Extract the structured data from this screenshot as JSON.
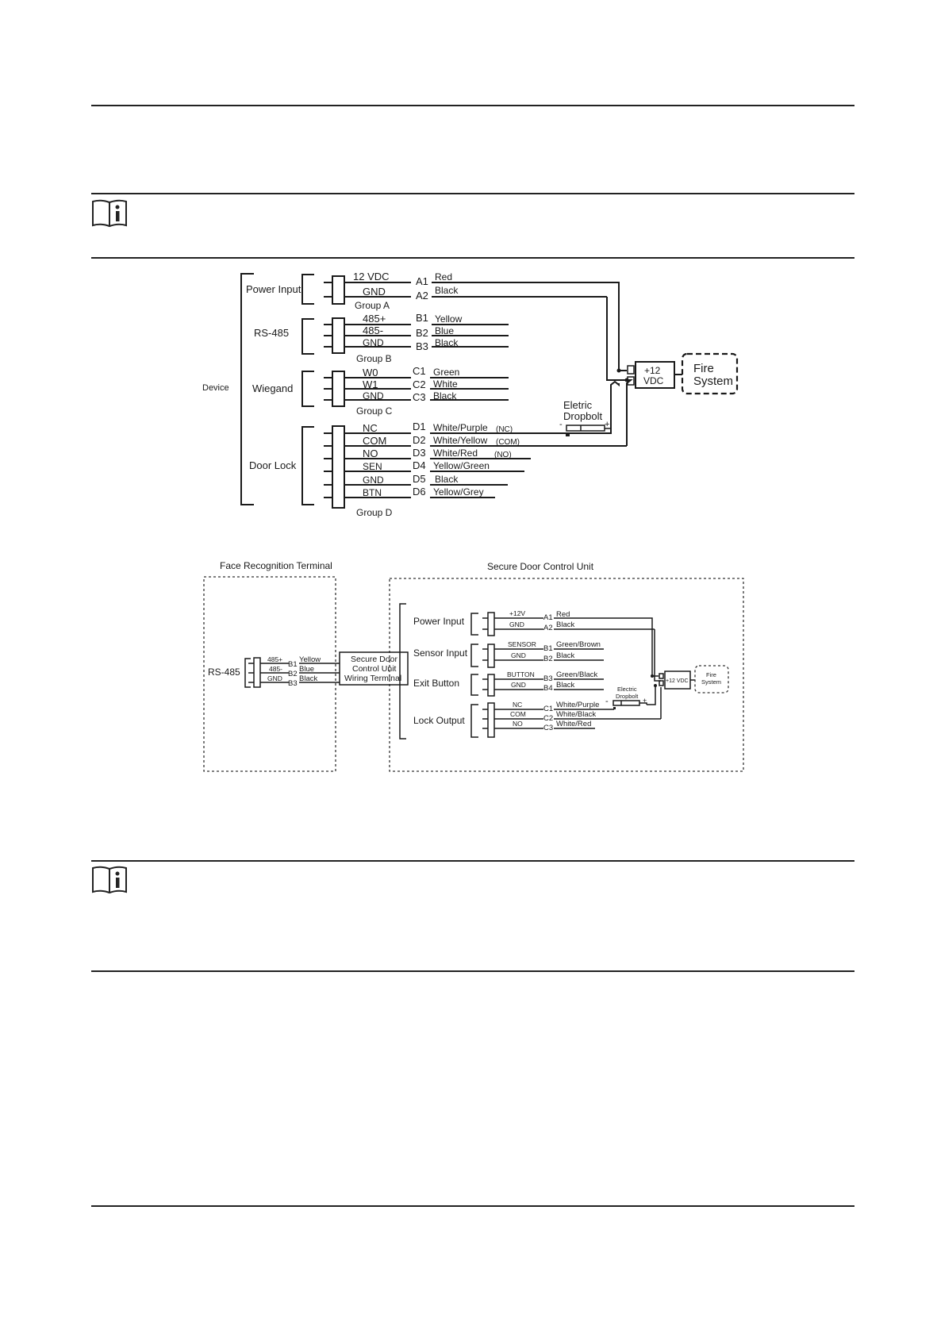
{
  "diagram_1": {
    "device": "Device",
    "power_input": "Power Input",
    "rs485": "RS-485",
    "wiegand": "Wiegand",
    "door_lock": "Door Lock",
    "group_a": "Group A",
    "group_b": "Group B",
    "group_c": "Group C",
    "group_d": "Group D",
    "term_12vdc": "12 VDC",
    "term_gnd_a": "GND",
    "term_485p": "485+",
    "term_485m": "485-",
    "term_gnd_b": "GND",
    "term_w0": "W0",
    "term_w1": "W1",
    "term_gnd_c": "GND",
    "term_nc": "NC",
    "term_com": "COM",
    "term_no": "NO",
    "term_sen": "SEN",
    "term_gnd_d": "GND",
    "term_btn": "BTN",
    "pin_a1": "A1",
    "pin_a2": "A2",
    "pin_b1": "B1",
    "pin_b2": "B2",
    "pin_b3": "B3",
    "pin_c1": "C1",
    "pin_c2": "C2",
    "pin_c3": "C3",
    "pin_d1": "D1",
    "pin_d2": "D2",
    "pin_d3": "D3",
    "pin_d4": "D4",
    "pin_d5": "D5",
    "pin_d6": "D6",
    "wire_a1": "Red",
    "wire_a2": "Black",
    "wire_b1": "Yellow",
    "wire_b2": "Blue",
    "wire_b3": "Black",
    "wire_c1": "Green",
    "wire_c2": "White",
    "wire_c3": "Black",
    "wire_d1": "White/Purple",
    "wire_d1_tag": "(NC)",
    "wire_d2": "White/Yellow",
    "wire_d2_tag": "(COM)",
    "wire_d3": "White/Red",
    "wire_d3_tag": "(NO)",
    "wire_d4": "Yellow/Green",
    "wire_d5": "Black",
    "wire_d6": "Yellow/Grey",
    "dropbolt_line1": "Eletric",
    "dropbolt_line2": "Dropbolt",
    "minus": "-",
    "plus": "+",
    "psu_line1": "+12",
    "psu_line2": "VDC",
    "fire_line1": "Fire",
    "fire_line2": "System"
  },
  "diagram_2": {
    "terminal_title": "Face Recognition Terminal",
    "unit_title": "Secure Door Control Unit",
    "rs485": "RS-485",
    "t_485p": "485+",
    "t_485m": "485-",
    "t_gnd": "GND",
    "p_b1": "B1",
    "p_b2": "B2",
    "p_b3": "B3",
    "w_yellow": "Yellow",
    "w_blue": "Blue",
    "w_black": "Black",
    "wiring_line1": "Secure Door",
    "wiring_line2": "Control Unit",
    "wiring_line3": "Wiring Terminal",
    "power_input": "Power Input",
    "sensor_input": "Sensor Input",
    "exit_button": "Exit Button",
    "lock_output": "Lock Output",
    "t_12v": "+12V",
    "t_gnd_p": "GND",
    "t_sensor": "SENSOR",
    "t_gnd_s": "GND",
    "t_button": "BUTTON",
    "t_gnd_e": "GND",
    "t_nc": "NC",
    "t_com": "COM",
    "t_no": "NO",
    "r_a1": "A1",
    "r_a2": "A2",
    "r_b1": "B1",
    "r_b2": "B2",
    "r_b3": "B3",
    "r_b4": "B4",
    "r_c1": "C1",
    "r_c2": "C2",
    "r_c3": "C3",
    "c_red": "Red",
    "c_black1": "Black",
    "c_green_brown": "Green/Brown",
    "c_black2": "Black",
    "c_green_black": "Green/Black",
    "c_black3": "Black",
    "c_white_purple": "White/Purple",
    "c_white_black": "White/Black",
    "c_white_red": "White/Red",
    "dropbolt_line1": "Electric",
    "dropbolt_line2": "Dropbolt",
    "minus": "-",
    "plus": "+",
    "psu": "+12 VDC",
    "fire_line1": "Fire",
    "fire_line2": "System"
  }
}
